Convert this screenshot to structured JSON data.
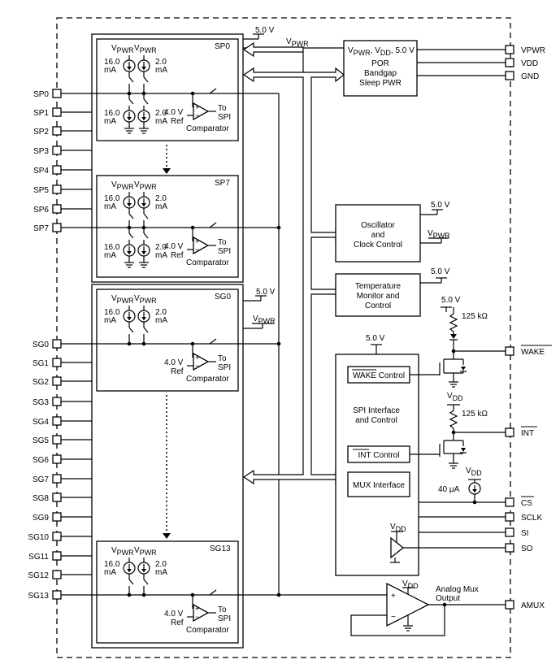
{
  "pins_left": [
    "SP0",
    "SP1",
    "SP2",
    "SP3",
    "SP4",
    "SP5",
    "SP6",
    "SP7",
    "SG0",
    "SG1",
    "SG2",
    "SG3",
    "SG4",
    "SG5",
    "SG6",
    "SG7",
    "SG8",
    "SG9",
    "SG10",
    "SG11",
    "SG12",
    "SG13"
  ],
  "pins_right": [
    "VPWR",
    "VDD",
    "GND",
    "WAKE",
    "INT",
    "CS",
    "SCLK",
    "SI",
    "SO",
    "AMUX"
  ],
  "labels": {
    "v5": "5.0 V",
    "vpwr": "V",
    "vpwr_sub": "PWR",
    "vdd": "V",
    "vdd_sub": "DD",
    "sp0": "SP0",
    "sp7": "SP7",
    "sg0": "SG0",
    "sg13": "SG13",
    "i16": "16.0",
    "i2": "2.0",
    "ma": "mA",
    "ref_v": "4.0 V",
    "ref": "Ref",
    "to": "To",
    "spi": "SPI",
    "comparator": "Comparator",
    "por_line1a": "V",
    "por_line1b": "PWR",
    "por_line1c": ", V",
    "por_line1d": "DD",
    "por_line1e": ", 5.0 V",
    "por": "POR",
    "bandgap": "Bandgap",
    "sleep": "Sleep PWR",
    "osc1": "Oscillator",
    "osc2": "and",
    "osc3": "Clock Control",
    "temp1": "Temperature",
    "temp2": "Monitor and",
    "temp3": "Control",
    "r125": "125 kΩ",
    "wake_ctrl": "WAKE Control",
    "spi_if1": "SPI Interface",
    "spi_if2": "and Control",
    "int_ctrl": "INT Control",
    "mux_if": "MUX Interface",
    "i40": "40 μA",
    "mux1": "Analog Mux",
    "mux2": "Output",
    "plus": "+",
    "minus": "−"
  }
}
